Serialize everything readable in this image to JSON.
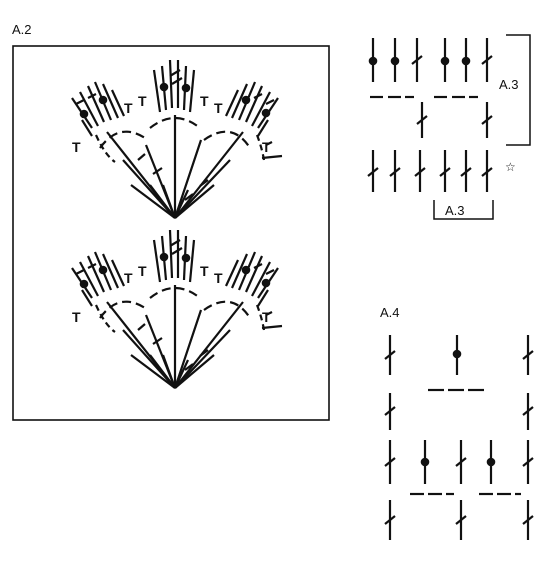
{
  "labels": {
    "a2": "A.2",
    "a3_bracket": "A.3",
    "a3_bottom": "A.3",
    "a4": "A.4",
    "star": "☆"
  },
  "colors": {
    "ink": "#111111",
    "background": "#ffffff"
  },
  "symbols": [
    "double-crochet",
    "double-crochet-with-bead",
    "half-double-crochet",
    "chain-arc",
    "chain-dash"
  ]
}
